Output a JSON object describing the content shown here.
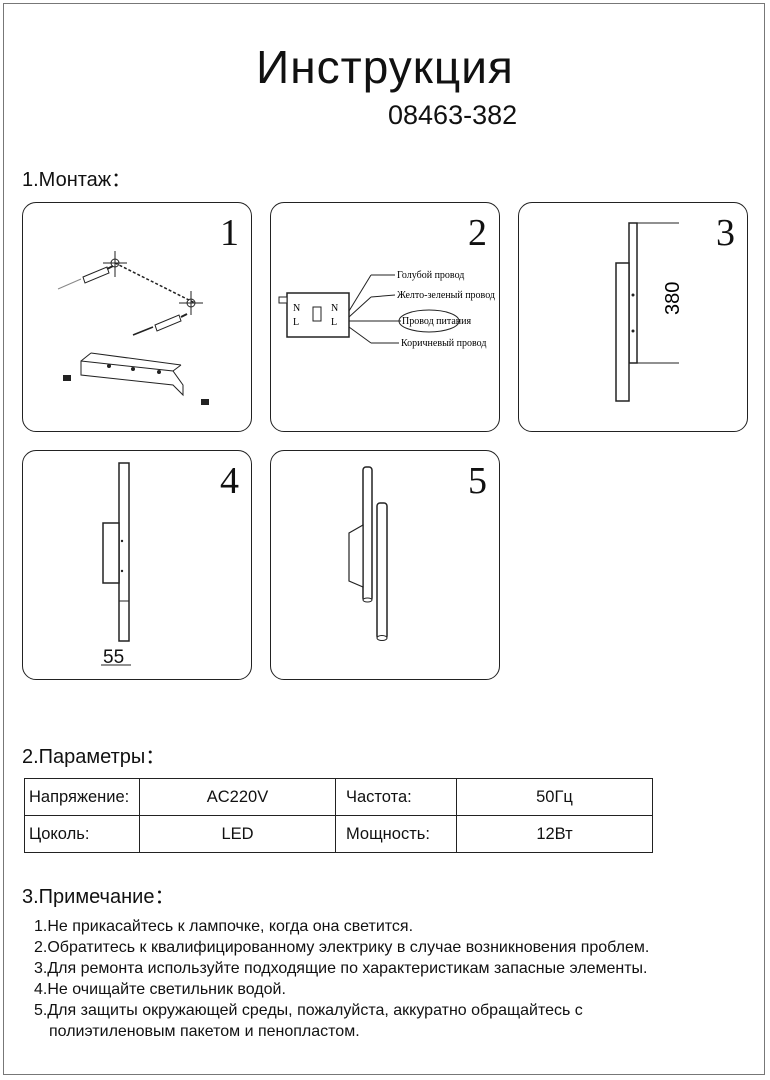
{
  "header": {
    "title": "Инструкция",
    "code": "08463-382"
  },
  "sections": {
    "mount": "1.Монтаж：",
    "params": "2.Параметры：",
    "notes": "3.Примечание："
  },
  "panels": [
    {
      "number": "1"
    },
    {
      "number": "2",
      "wires": [
        "Голубой провод",
        "Желто-зеленый провод",
        "Провод питания",
        "Коричневый провод"
      ]
    },
    {
      "number": "3",
      "dimension": "380"
    },
    {
      "number": "4",
      "dimension": "55"
    },
    {
      "number": "5"
    }
  ],
  "parameters": [
    {
      "label1": "Напряжение:",
      "value1": "AC220V",
      "label2": "Частота:",
      "value2": "50Гц"
    },
    {
      "label1": "Цоколь:",
      "value1": "LED",
      "label2": "Мощность:",
      "value2": "12Вт"
    }
  ],
  "notes": [
    "1.Не прикасайтесь к лампочке, когда она светится.",
    "2.Обратитесь к квалифицированному электрику в случае возникновения проблем.",
    "3.Для ремонта используйте подходящие по характеристикам запасные элементы.",
    "4.Не очищайте светильник водой.",
    "5.Для защиты окружающей среды, пожалуйста, аккуратно обращайтесь с",
    "полиэтиленовым пакетом и пенопластом."
  ]
}
